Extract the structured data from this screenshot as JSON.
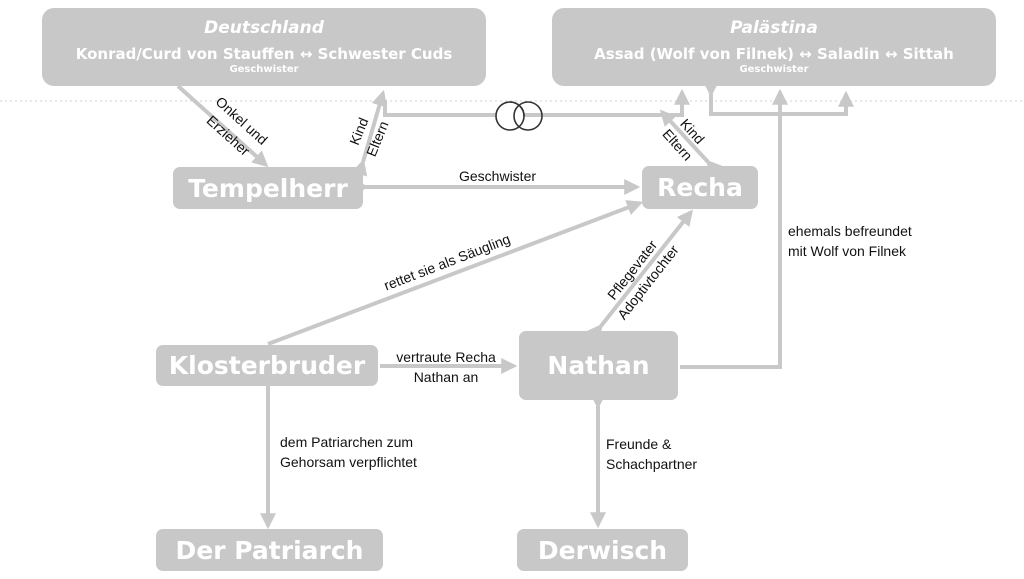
{
  "groups": {
    "deutschland": {
      "title": "Deutschland",
      "members": "Konrad/Curd von Stauffen ↔ Schwester Cuds",
      "relation": "Geschwister"
    },
    "palaestina": {
      "title": "Palästina",
      "members": "Assad (Wolf von Filnek) ↔ Saladin ↔ Sittah",
      "relation": "Geschwister"
    }
  },
  "nodes": {
    "tempelherr": "Tempelherr",
    "recha": "Recha",
    "klosterbruder": "Klosterbruder",
    "nathan": "Nathan",
    "patriarch": "Der Patriarch",
    "derwisch": "Derwisch"
  },
  "edge_labels": {
    "onkel_1": "Onkel und",
    "onkel_2": "Erzieher",
    "kind_left": "Kind",
    "eltern_left": "Eltern",
    "kind_right": "Kind",
    "eltern_right": "Eltern",
    "geschwister": "Geschwister",
    "rettet": "rettet sie als Säugling",
    "pflegevater": "Pflegevater",
    "adoptivtochter": "Adoptivtochter",
    "ehemals_1": "ehemals befreundet",
    "ehemals_2": "mit Wolf von Filnek",
    "vertraute_1": "vertraute Recha",
    "vertraute_2": "Nathan an",
    "patriarch_1": "dem Patriarchen zum",
    "patriarch_2": "Gehorsam verpflichtet",
    "freunde_1": "Freunde &",
    "freunde_2": "Schachpartner"
  },
  "colors": {
    "node_fill": "#c8c8c8",
    "node_text": "#ffffff",
    "arrow": "#c8c8c8",
    "dotted_line": "#d0d0d0",
    "label_text": "#111111",
    "rings": "#333333"
  }
}
